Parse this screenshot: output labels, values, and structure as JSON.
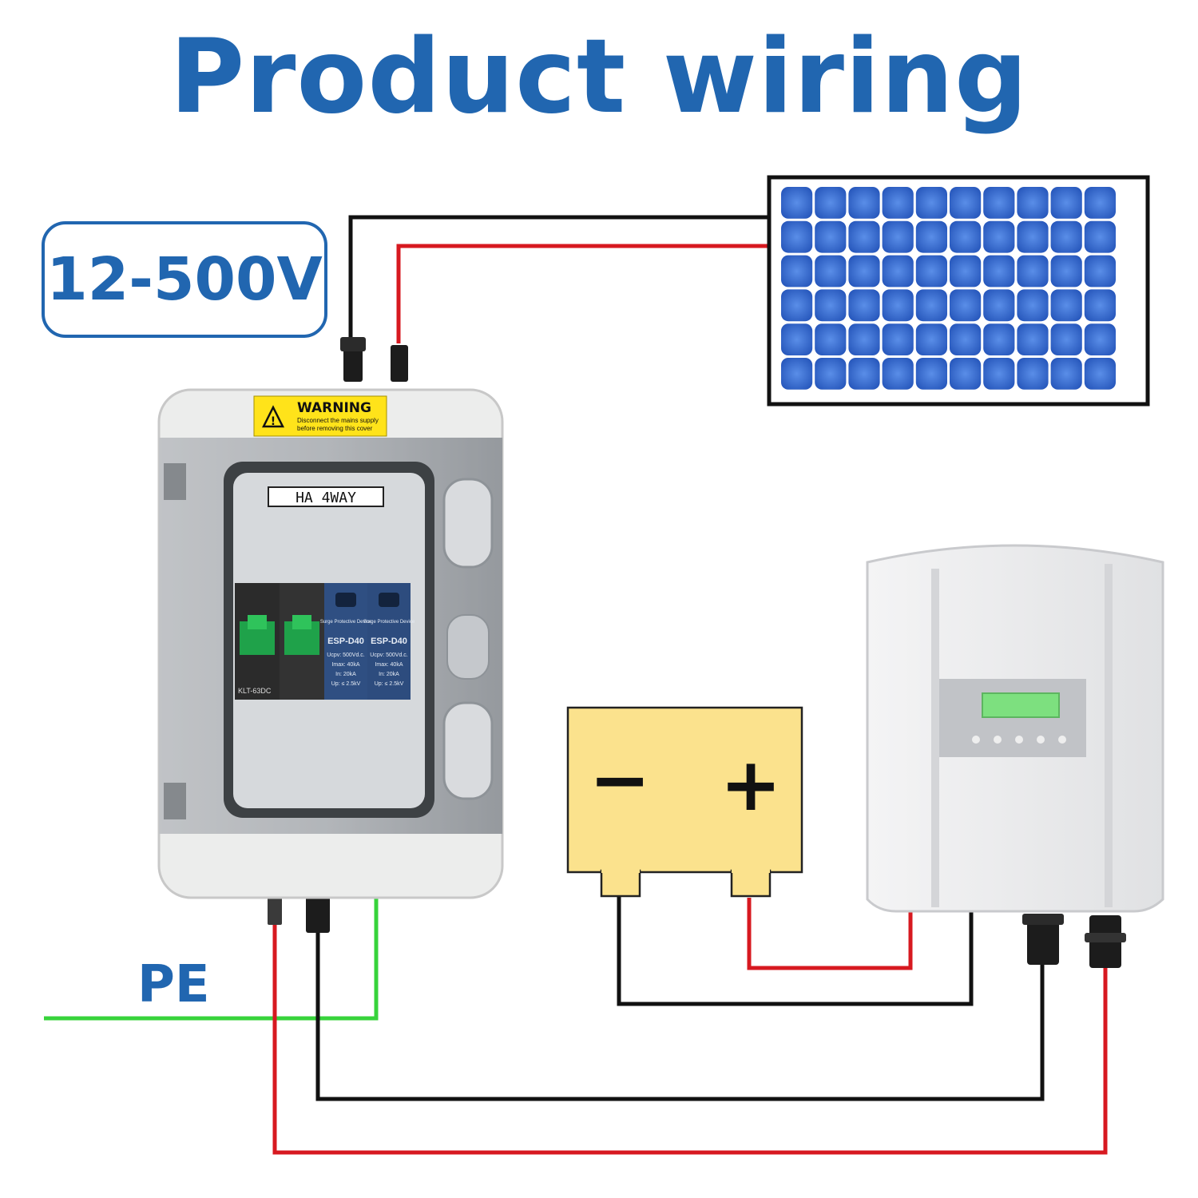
{
  "title": "Product wiring",
  "voltage_range": "12-500V",
  "pe_label": "PE",
  "combiner_box": {
    "warning_title": "WARNING",
    "warning_line1": "Disconnect the mains supply",
    "warning_line2": "before removing this cover",
    "model_label": "HA 4WAY",
    "breaker_model": "KLT-63DC",
    "spd_caption": "Surge Protective Device",
    "spd_model": "ESP-D40",
    "spd_uc": "Ucpv: 500Vd.c.",
    "spd_imax": "Imax: 40kA",
    "spd_in": "In: 20kA",
    "spd_up": "Up: ≤ 2.5kV"
  },
  "battery": {
    "minus": "−",
    "plus": "+"
  },
  "colors": {
    "accent": "#2166b0",
    "wire_red": "#d71920",
    "wire_black": "#111111",
    "wire_green": "#37d33b",
    "battery_fill": "#fbe28d",
    "panel_cell": "#2f63c9",
    "display_green": "#7de07f"
  }
}
